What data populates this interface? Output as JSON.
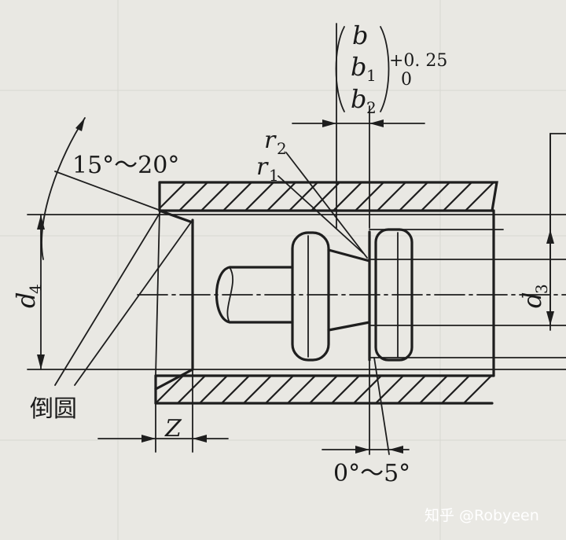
{
  "labels": {
    "angle_top": "15°～20°",
    "d4": "d",
    "d4_sub": "4",
    "d3": "d",
    "d3_sub": "3",
    "r2": "r",
    "r2_sub": "2",
    "r1": "r",
    "r1_sub": "1",
    "b": "b",
    "b1": "b",
    "b1_sub": "1",
    "b2": "b",
    "b2_sub": "2",
    "tol_upper": "+0. 25",
    "tol_lower": "0",
    "z": "Z",
    "chamfer": "倒圆",
    "angle_bottom": "0°～5°"
  },
  "watermark": "知乎 @Robyeen"
}
